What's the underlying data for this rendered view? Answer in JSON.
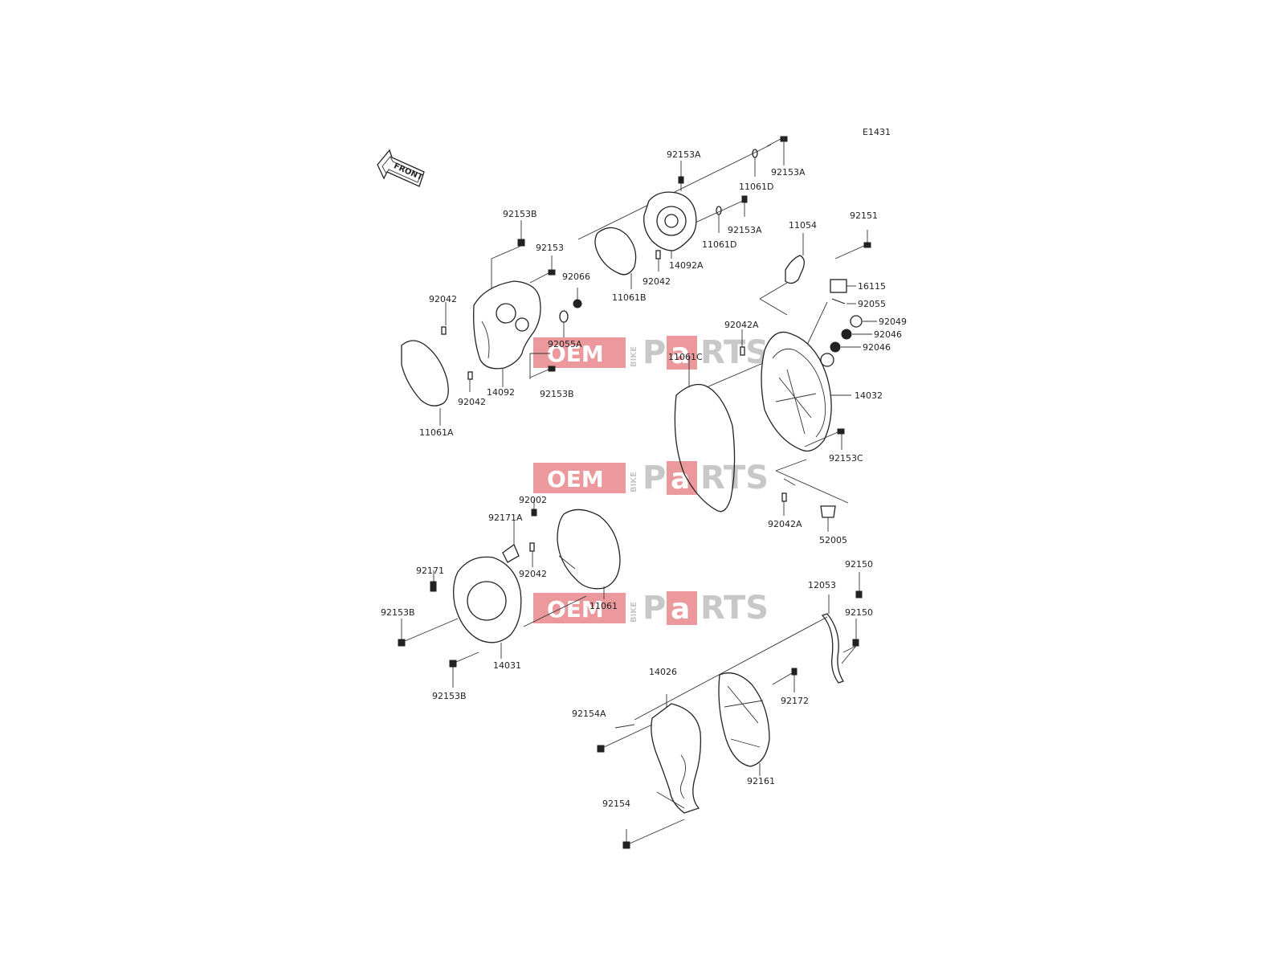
{
  "diagram_code": "E1431",
  "front_label": "FRONT",
  "watermark": {
    "left": "OEM",
    "mid": "BIKE",
    "right_1": "P",
    "right_2": "a",
    "right_3": "RTS"
  },
  "parts": {
    "p92153A_top": "92153A",
    "p92153A_right": "92153A",
    "p11061D_top": "11061D",
    "p92153A_mid": "92153A",
    "p11061D_mid": "11061D",
    "p14092A": "14092A",
    "p92042_top": "92042",
    "p11061B": "11061B",
    "p92153B_top": "92153B",
    "p92153": "92153",
    "p92066": "92066",
    "p92042_left": "92042",
    "p92055A": "92055A",
    "p14092": "14092",
    "p92042_low": "92042",
    "p92153B_mid": "92153B",
    "p11061A": "11061A",
    "p11054": "11054",
    "p92151": "92151",
    "p16115": "16115",
    "p92055": "92055",
    "p92049": "92049",
    "p92046_a": "92046",
    "p92046_b": "92046",
    "p92042A_top": "92042A",
    "p11061C": "11061C",
    "p14032": "14032",
    "p92153C": "92153C",
    "p92042A_low": "92042A",
    "p52005": "52005",
    "p92002": "92002",
    "p92171A": "92171A",
    "p92042_c": "92042",
    "p92171": "92171",
    "p92153B_left": "92153B",
    "p11061": "11061",
    "p14031": "14031",
    "p92153B_bot": "92153B",
    "p92150_a": "92150",
    "p12053": "12053",
    "p92150_b": "92150",
    "p14026": "14026",
    "p92172": "92172",
    "p92154A": "92154A",
    "p92161": "92161",
    "p92154": "92154"
  }
}
